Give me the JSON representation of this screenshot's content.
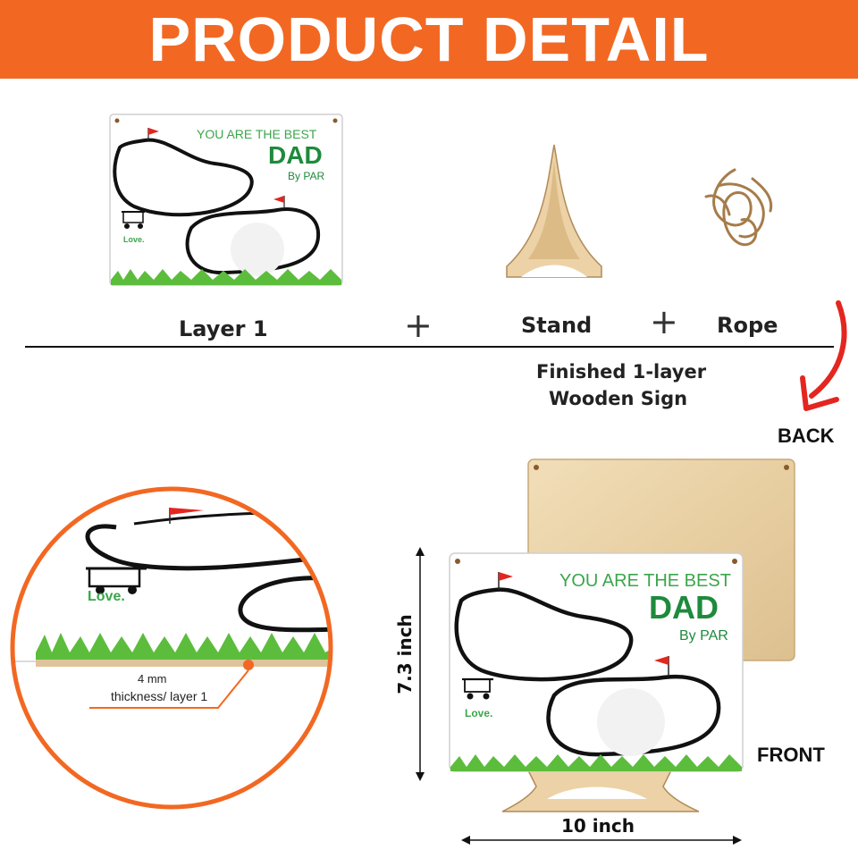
{
  "header": {
    "title": "PRODUCT DETAIL"
  },
  "components": {
    "layer_label": "Layer 1",
    "plus1": "+",
    "stand_label": "Stand",
    "plus2": "+",
    "rope_label": "Rope"
  },
  "finished": {
    "line1": "Finished 1-layer",
    "line2": "Wooden Sign"
  },
  "views": {
    "back": "BACK",
    "front": "FRONT"
  },
  "dimensions": {
    "height": "7.3 inch",
    "width": "10 inch"
  },
  "zoom_note": {
    "line1": "4 mm",
    "line2": "thickness/ layer 1"
  },
  "sign": {
    "line1": "YOU ARE THE BEST",
    "line2": "DAD",
    "line3": "By PAR",
    "love": "Love."
  },
  "colors": {
    "accent": "#f26822",
    "green": "#3aa64a",
    "dark_green": "#1e8a3c",
    "arrow_red": "#e3261f"
  }
}
